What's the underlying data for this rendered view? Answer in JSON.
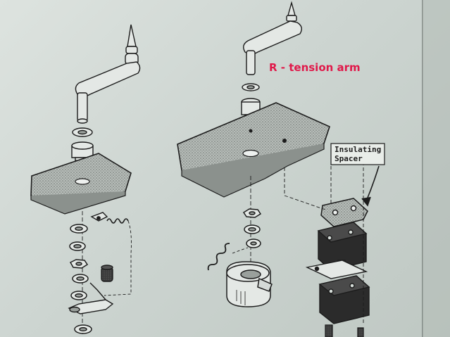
{
  "labels": {
    "r_tension_arm": "R - tension arm",
    "insulating_line1": "Insulating",
    "insulating_line2": "Spacer"
  },
  "colors": {
    "accent_label": "#e0194a",
    "ink": "#1c1c1c",
    "paper": "#d6ddd9",
    "plate": "#9da39f",
    "part_dark": "#2b2b2b"
  }
}
